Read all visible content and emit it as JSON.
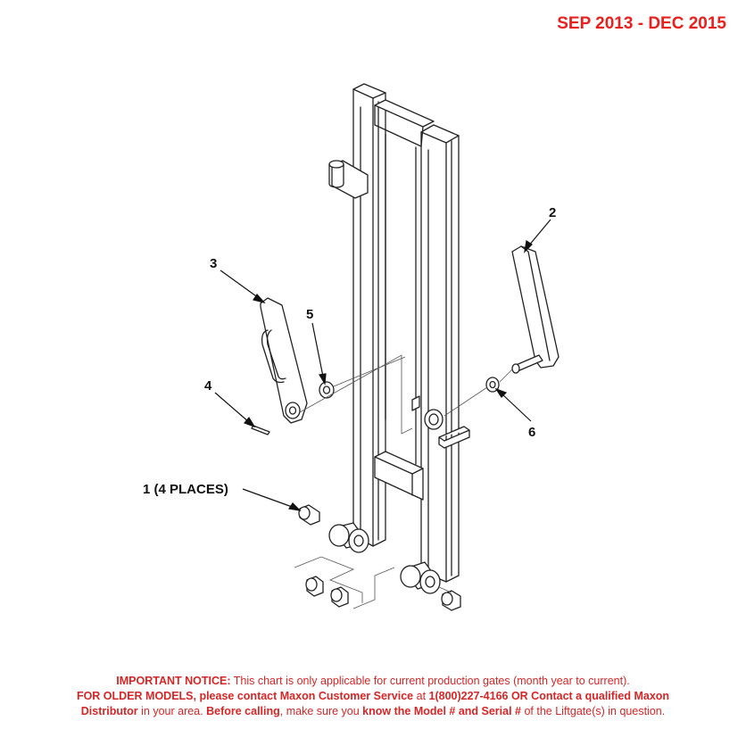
{
  "header": {
    "date_range": "SEP 2013 - DEC 2015"
  },
  "callouts": {
    "c1": "1 (4 PLACES)",
    "c2": "2",
    "c3": "3",
    "c4": "4",
    "c5": "5",
    "c6": "6"
  },
  "notice": {
    "l1_bold": "IMPORTANT NOTICE:",
    "l1_rest": " This chart is only applicable for current production gates (month year to current).",
    "l2_bold": "FOR OLDER MODELS, please contact Maxon Customer Service",
    "l2_mid": " at ",
    "l2_bold2": "1(800)227-4166 OR Contact a qualified Maxon",
    "l3_bold": "Distributor",
    "l3_mid": " in your area. ",
    "l3_bold2": "Before calling",
    "l3_mid2": ", make sure you ",
    "l3_bold3": "know the Model # and Serial #",
    "l3_rest": " of the Liftgate(s) in question."
  },
  "colors": {
    "date_range": "#e8201e",
    "notice": "#d62626",
    "line_art": "#222222"
  }
}
